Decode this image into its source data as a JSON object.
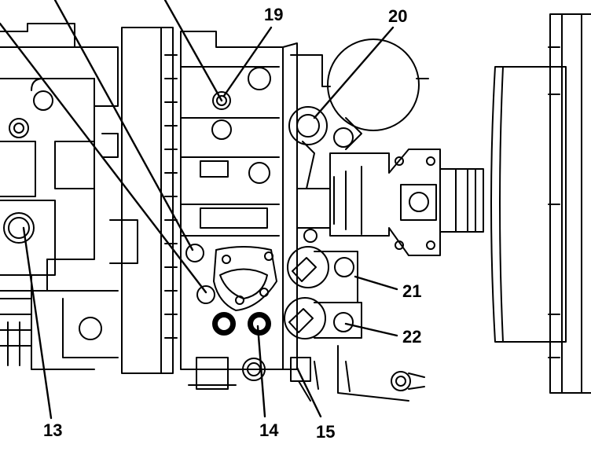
{
  "callouts": {
    "c13": "13",
    "c14": "14",
    "c15": "15",
    "c19": "19",
    "c20": "20",
    "c21": "21",
    "c22": "22"
  },
  "colors": {
    "ink": "#000000",
    "paper": "#ffffff"
  }
}
